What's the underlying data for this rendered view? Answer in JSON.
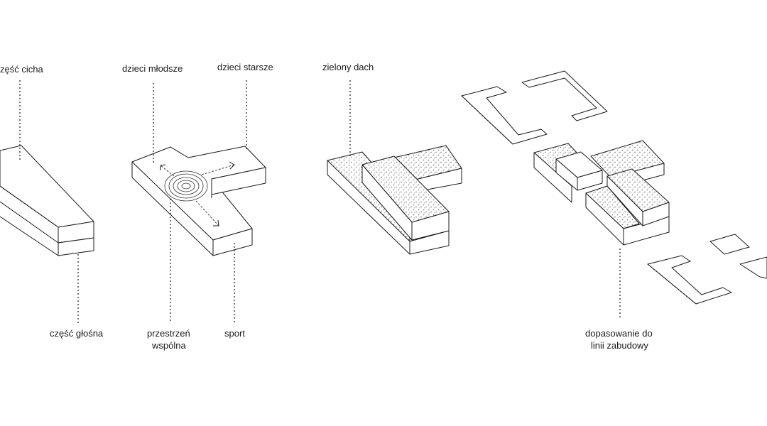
{
  "labels": {
    "quiet_part": "zęść cicha",
    "loud_part": "część głośna",
    "younger_children": "dzieci młodsze",
    "older_children": "dzieci starsze",
    "shared_space_line1": "przestrzeń",
    "shared_space_line2": "wspólna",
    "sport": "sport",
    "green_roof": "zielony dach",
    "fit_line1": "dopasowanie do",
    "fit_line2": "linii zabudowy"
  },
  "colors": {
    "ink": "#1a1a1a",
    "stipple": "#8a8a8a",
    "background": "#ffffff"
  }
}
